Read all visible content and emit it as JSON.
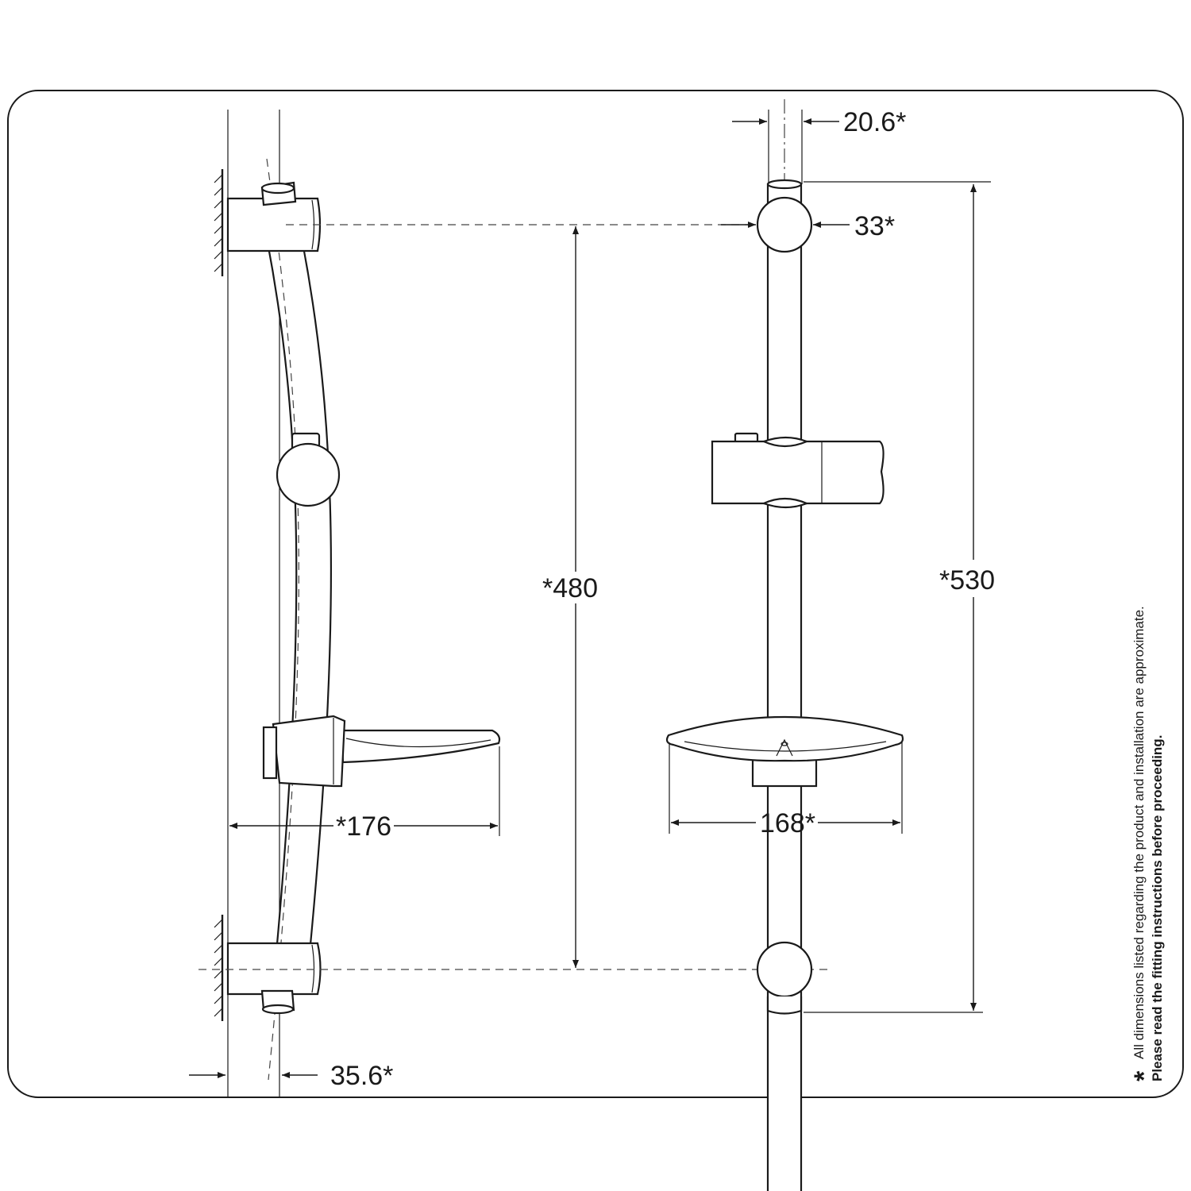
{
  "dimensions": {
    "bar_diameter": "20.6*",
    "bracket_diameter": "33*",
    "bracket_centres": "*480",
    "overall_height": "*530",
    "soap_dish_projection": "*176",
    "soap_dish_width": "168*",
    "wall_offset": "35.6*"
  },
  "note": {
    "star": "*",
    "line1": "All dimensions listed regarding the product and installation are approximate.",
    "line2": "Please read the fitting instructions before proceeding."
  },
  "colors": {
    "line": "#1a1a1a",
    "background": "#ffffff"
  }
}
